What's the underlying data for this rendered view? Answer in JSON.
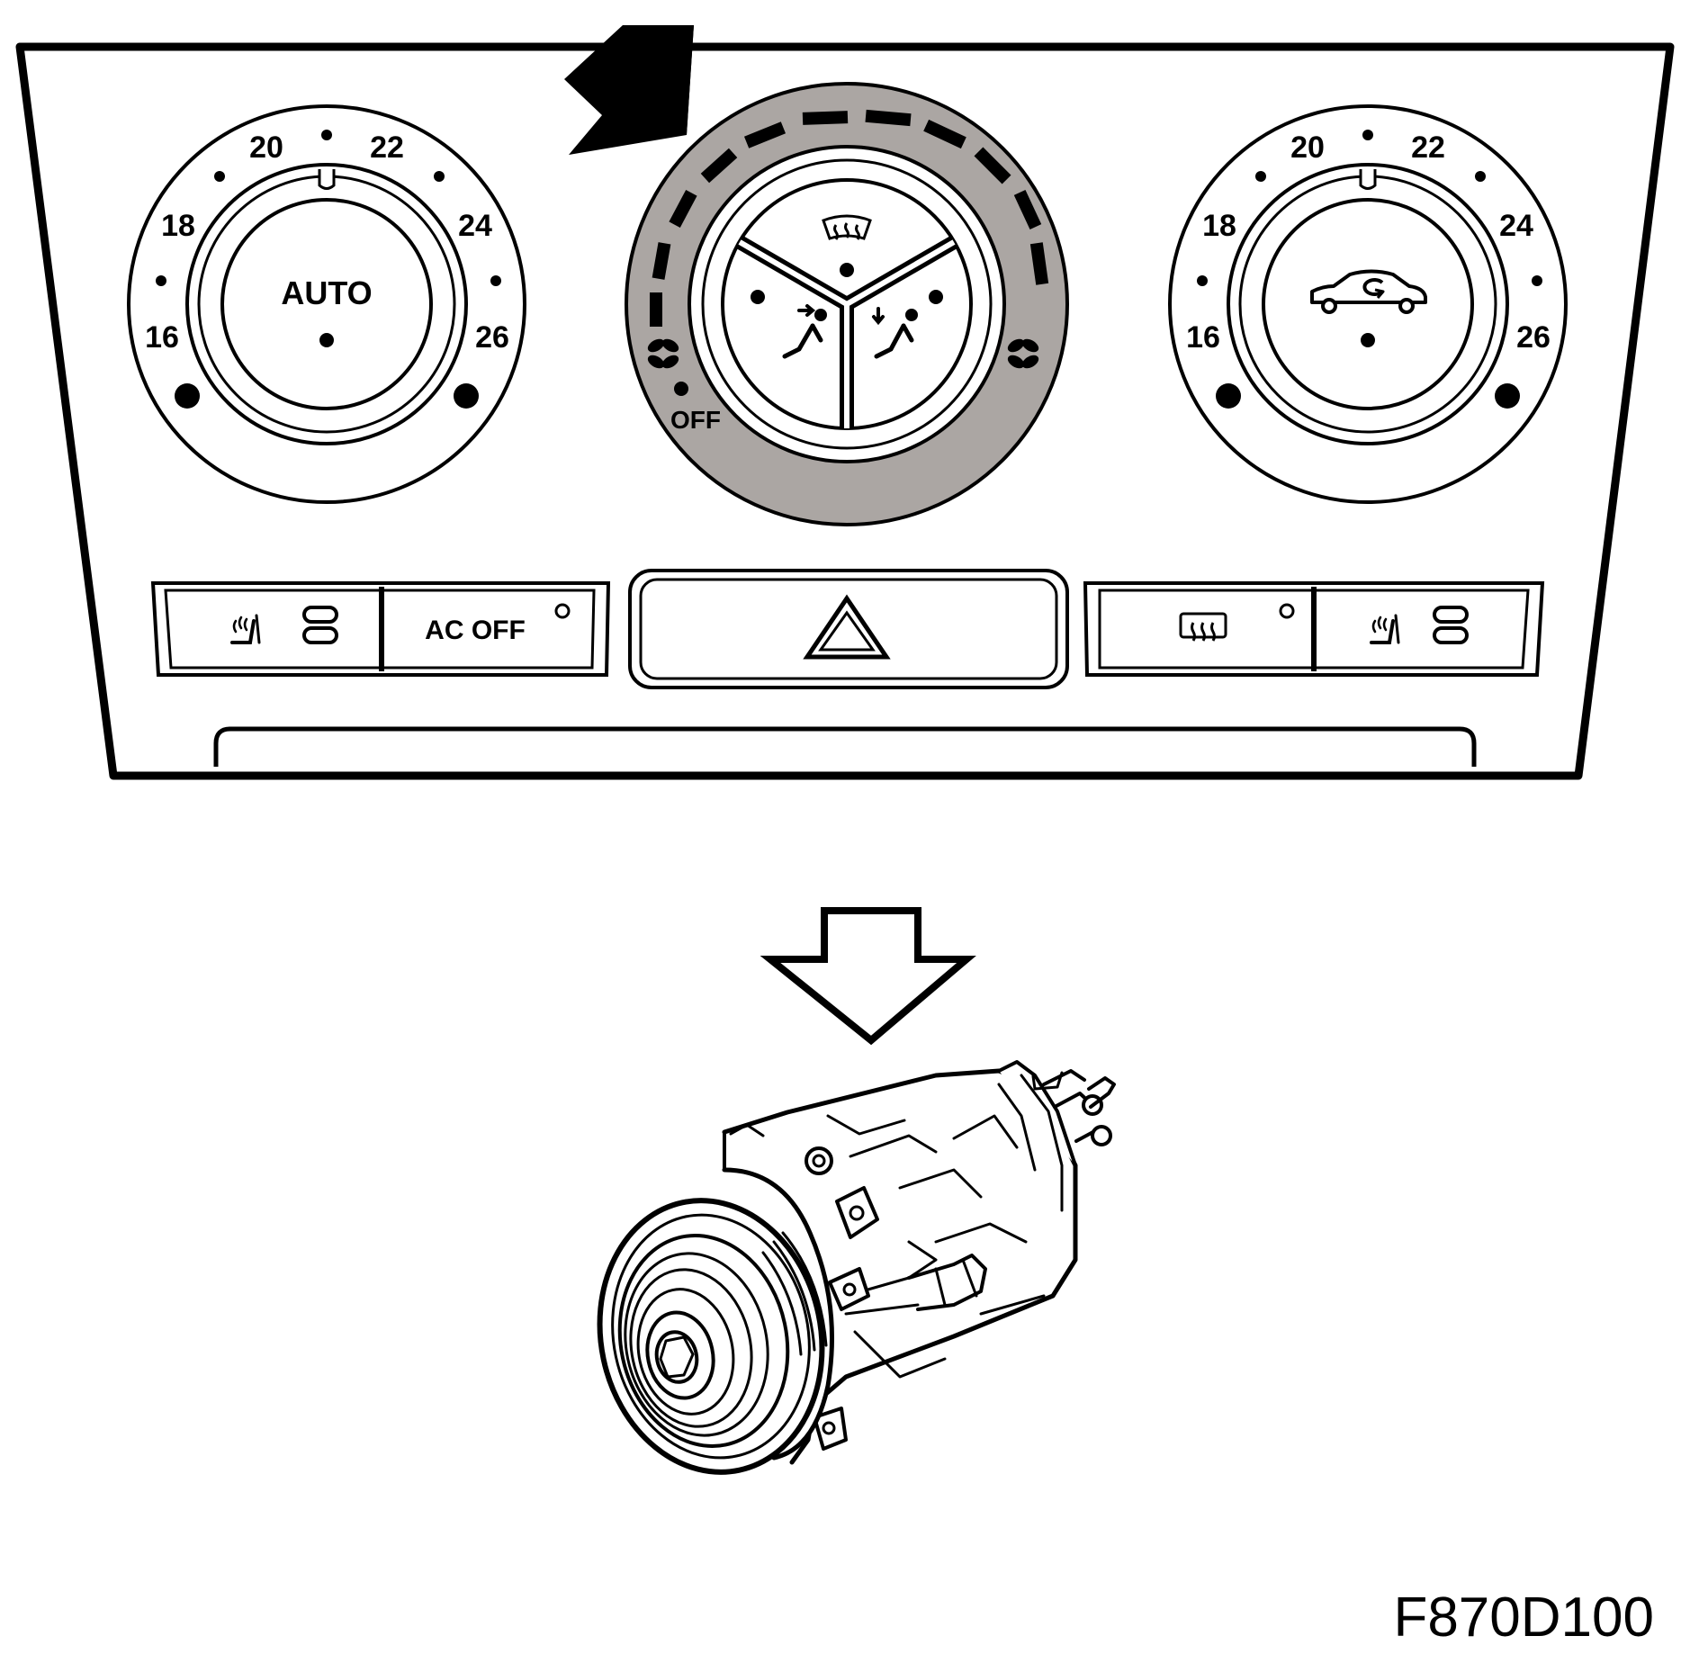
{
  "panel": {
    "left_knob": {
      "center_label": "AUTO",
      "scale": [
        "16",
        "18",
        "20",
        "22",
        "24",
        "26"
      ]
    },
    "center_knob": {
      "off_label": "OFF",
      "icons": [
        "defrost-windshield-icon",
        "face-vent-icon",
        "floor-vent-icon",
        "fan-low-icon",
        "fan-high-icon"
      ],
      "highlight_color": "#aba6a3"
    },
    "right_knob": {
      "center_icon": "recirculation-car-icon",
      "scale": [
        "16",
        "18",
        "20",
        "22",
        "24",
        "26"
      ]
    },
    "buttons": {
      "seat_heat_left_icon": "seat-heater-icon",
      "ac_off_label": "AC OFF",
      "hazard_icon": "hazard-triangle-icon",
      "rear_defrost_icon": "rear-defrost-icon",
      "seat_heat_right_icon": "seat-heater-icon"
    },
    "indicator_icons": [
      "pointer-arrow-icon",
      "flow-down-arrow-icon"
    ]
  },
  "compressor": {
    "icon": "ac-compressor-icon"
  },
  "figure_code": "F870D100"
}
